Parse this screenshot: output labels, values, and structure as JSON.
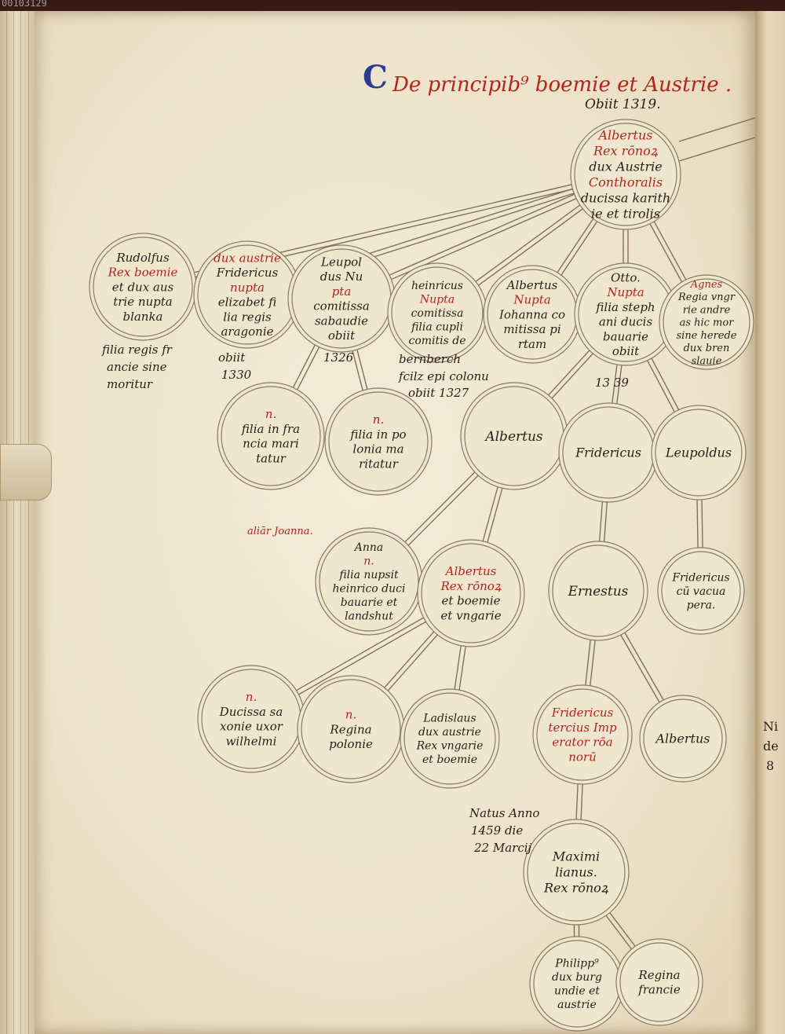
{
  "header": {
    "catalog_id": "00103129",
    "initial": "C",
    "title": "De principib⁹ boemie et Austrie ."
  },
  "root": {
    "date": "Obiit 1319.",
    "lines": [
      {
        "t": "Albertus",
        "c": "red"
      },
      {
        "t": "Rex rōnoꝝ",
        "c": "red"
      },
      {
        "t": "dux Austrie",
        "c": "ink"
      },
      {
        "t": "Conthoralis",
        "c": "red"
      },
      {
        "t": "ducissa karith",
        "c": "ink"
      },
      {
        "t": "ie et tirolis",
        "c": "ink"
      }
    ]
  },
  "row1": [
    {
      "id": "rudolfus",
      "lines": [
        {
          "t": "Rudolfus",
          "c": "ink"
        },
        {
          "t": "Rex boemie",
          "c": "red"
        },
        {
          "t": "et dux aus",
          "c": "ink"
        },
        {
          "t": "trie nupta",
          "c": "mix"
        },
        {
          "t": "blanka",
          "c": "ink"
        }
      ],
      "note": [
        "filia regis fr",
        "ancie sine",
        "moritur"
      ]
    },
    {
      "id": "fridericus",
      "lines": [
        {
          "t": "dux austrie",
          "c": "red"
        },
        {
          "t": "Fridericus",
          "c": "ink"
        },
        {
          "t": "nupta",
          "c": "red"
        },
        {
          "t": "elizabet fi",
          "c": "ink"
        },
        {
          "t": "lia regis",
          "c": "ink"
        },
        {
          "t": "aragonie",
          "c": "ink"
        }
      ],
      "note": [
        "obiit",
        "1330"
      ]
    },
    {
      "id": "leupoldus",
      "lines": [
        {
          "t": "Leupol",
          "c": "ink"
        },
        {
          "t": "dus Nu",
          "c": "mix"
        },
        {
          "t": "pta",
          "c": "red"
        },
        {
          "t": "comitissa",
          "c": "ink"
        },
        {
          "t": "sabaudie",
          "c": "ink"
        },
        {
          "t": "obiit",
          "c": "ink"
        }
      ],
      "note": [
        "1326"
      ]
    },
    {
      "id": "heinricus",
      "lines": [
        {
          "t": "heinricus",
          "c": "ink"
        },
        {
          "t": "Nupta",
          "c": "red"
        },
        {
          "t": "comitissa",
          "c": "ink"
        },
        {
          "t": "filia cupli",
          "c": "ink"
        },
        {
          "t": "comitis de",
          "c": "ink"
        }
      ],
      "note": [
        "bernberch",
        "fcilz epi colonu",
        "obiit 1327"
      ]
    },
    {
      "id": "albertus2",
      "lines": [
        {
          "t": "Albertus",
          "c": "ink"
        },
        {
          "t": "Nupta",
          "c": "red"
        },
        {
          "t": "Iohanna co",
          "c": "ink"
        },
        {
          "t": "mitissa pi",
          "c": "ink"
        },
        {
          "t": "rtam",
          "c": "ink"
        }
      ]
    },
    {
      "id": "otto",
      "lines": [
        {
          "t": "Otto.",
          "c": "ink"
        },
        {
          "t": "Nupta",
          "c": "red"
        },
        {
          "t": "filia steph",
          "c": "ink"
        },
        {
          "t": "ani ducis",
          "c": "ink"
        },
        {
          "t": "bauarie",
          "c": "ink"
        },
        {
          "t": "obiit",
          "c": "ink"
        }
      ],
      "note": [
        "13   39"
      ]
    },
    {
      "id": "agnes",
      "lines": [
        {
          "t": "Agnes",
          "c": "red"
        },
        {
          "t": "Regia vngr",
          "c": "ink"
        },
        {
          "t": "rie andre",
          "c": "ink"
        },
        {
          "t": "as hic mor",
          "c": "ink"
        },
        {
          "t": "sine herede",
          "c": "ink"
        },
        {
          "t": "dux bren",
          "c": "ink"
        },
        {
          "t": "slauie",
          "c": "ink"
        }
      ]
    }
  ],
  "row2": [
    {
      "id": "filia1",
      "lines": [
        {
          "t": "n.",
          "c": "red"
        },
        {
          "t": "filia in fra",
          "c": "ink"
        },
        {
          "t": "ncia mari",
          "c": "ink"
        },
        {
          "t": "tatur",
          "c": "ink"
        }
      ]
    },
    {
      "id": "filia2",
      "lines": [
        {
          "t": "n.",
          "c": "red"
        },
        {
          "t": "filia in po",
          "c": "ink"
        },
        {
          "t": "lonia ma",
          "c": "ink"
        },
        {
          "t": "ritatur",
          "c": "ink"
        }
      ]
    },
    {
      "id": "albertus3",
      "lines": [
        {
          "t": "Albertus",
          "c": "ink"
        }
      ]
    },
    {
      "id": "fridericus2",
      "lines": [
        {
          "t": "Fridericus",
          "c": "ink"
        }
      ]
    },
    {
      "id": "leupoldus2",
      "lines": [
        {
          "t": "Leupoldus",
          "c": "ink"
        }
      ]
    }
  ],
  "marginal_note": "aliār Joanna.",
  "row3": [
    {
      "id": "filia3",
      "lines": [
        {
          "t": "Anna",
          "c": "ink"
        },
        {
          "t": "n.",
          "c": "red"
        },
        {
          "t": "filia nupsit",
          "c": "ink"
        },
        {
          "t": "heinrico duci",
          "c": "ink"
        },
        {
          "t": "bauarie et",
          "c": "ink"
        },
        {
          "t": "landshut",
          "c": "ink"
        }
      ]
    },
    {
      "id": "albertus4",
      "lines": [
        {
          "t": "Albertus",
          "c": "red"
        },
        {
          "t": "Rex rōnoꝝ",
          "c": "red"
        },
        {
          "t": "et boemie",
          "c": "ink"
        },
        {
          "t": "et vngarie",
          "c": "ink"
        }
      ]
    },
    {
      "id": "ernestus",
      "lines": [
        {
          "t": "Ernestus",
          "c": "ink"
        }
      ]
    },
    {
      "id": "fridericus3",
      "lines": [
        {
          "t": "Fridericus",
          "c": "ink"
        },
        {
          "t": "cū vacua",
          "c": "ink"
        },
        {
          "t": "pera.",
          "c": "ink"
        }
      ]
    }
  ],
  "row4": [
    {
      "id": "ducissa",
      "lines": [
        {
          "t": "n.",
          "c": "red"
        },
        {
          "t": "Ducissa sa",
          "c": "ink"
        },
        {
          "t": "xonie uxor",
          "c": "ink"
        },
        {
          "t": "wilhelmi",
          "c": "ink"
        }
      ]
    },
    {
      "id": "regina",
      "lines": [
        {
          "t": "n.",
          "c": "red"
        },
        {
          "t": "Regina",
          "c": "ink"
        },
        {
          "t": "polonie",
          "c": "ink"
        }
      ]
    },
    {
      "id": "ladislaus",
      "lines": [
        {
          "t": "Ladislaus",
          "c": "ink"
        },
        {
          "t": "dux austrie",
          "c": "ink"
        },
        {
          "t": "Rex vngarie",
          "c": "ink"
        },
        {
          "t": "et boemie",
          "c": "ink"
        }
      ]
    },
    {
      "id": "fridericus4",
      "lines": [
        {
          "t": "Fridericus",
          "c": "red"
        },
        {
          "t": "tercius Imp",
          "c": "red"
        },
        {
          "t": "erator rōa",
          "c": "red"
        },
        {
          "t": "norū",
          "c": "red"
        }
      ]
    },
    {
      "id": "albertus5",
      "lines": [
        {
          "t": "Albertus",
          "c": "ink"
        }
      ]
    }
  ],
  "birth_note": [
    "Natus Anno",
    "1459 die",
    "22 Marcij"
  ],
  "row5": [
    {
      "id": "maximilianus",
      "lines": [
        {
          "t": "Maximi",
          "c": "ink"
        },
        {
          "t": "lianus.",
          "c": "ink"
        },
        {
          "t": "Rex rōnoꝝ",
          "c": "ink"
        }
      ]
    }
  ],
  "row6": [
    {
      "id": "philippus",
      "lines": [
        {
          "t": "Philipp⁹",
          "c": "ink"
        },
        {
          "t": "dux burg",
          "c": "ink"
        },
        {
          "t": "undie et",
          "c": "ink"
        },
        {
          "t": "austrie",
          "c": "ink"
        }
      ]
    },
    {
      "id": "regina2",
      "lines": [
        {
          "t": "Regina",
          "c": "ink"
        },
        {
          "t": "francie",
          "c": "ink"
        }
      ]
    }
  ],
  "edge_fragments": [
    "Ni",
    "de",
    "8"
  ],
  "colors": {
    "ink": "#2a1d14",
    "red": "#b8231c",
    "blue": "#2b3d8c",
    "circle": "#8a7a60",
    "parchment": "#efe6d0"
  }
}
